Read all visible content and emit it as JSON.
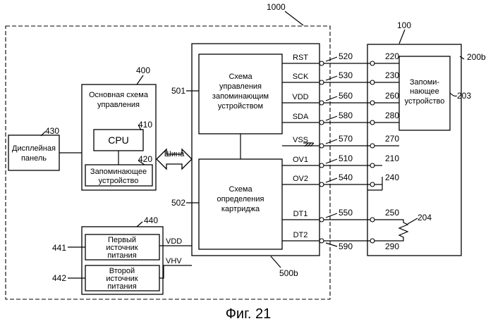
{
  "ref_1000": "1000",
  "ref_100": "100",
  "ref_200b": "200b",
  "ref_203": "203",
  "ref_400": "400",
  "ref_410": "410",
  "ref_420": "420",
  "ref_430": "430",
  "ref_440": "440",
  "ref_441": "441",
  "ref_442": "442",
  "ref_500b": "500b",
  "ref_501": "501",
  "ref_502": "502",
  "ref_204": "204",
  "display_panel": [
    "Дисплейная",
    "панель"
  ],
  "main_control": [
    "Основная схема",
    "управления"
  ],
  "cpu": "CPU",
  "memory_main": [
    "Запоминающее",
    "устройство"
  ],
  "bus": "Шина",
  "first_source": [
    "Первый",
    "источник",
    "питания"
  ],
  "second_source": [
    "Второй",
    "источник",
    "питания"
  ],
  "vdd_label": "VDD",
  "vhv_label": "VHV",
  "memory_control": [
    "Схема",
    "управления",
    "запоминающим",
    "устройством"
  ],
  "cartridge_detect": [
    "Схема",
    "определения",
    "картриджа"
  ],
  "cart_memory": [
    "Запоми-",
    "нающее",
    "устройство"
  ],
  "signals": [
    "RST",
    "SCK",
    "VDD",
    "SDA",
    "VSS",
    "OV1",
    "OV2",
    "DT1",
    "DT2"
  ],
  "holder_terminals": [
    "520",
    "530",
    "560",
    "580",
    "570",
    "510",
    "540",
    "550",
    "590"
  ],
  "cartridge_terminals": [
    "220",
    "230",
    "260",
    "280",
    "270",
    "210",
    "240",
    "250",
    "290"
  ],
  "caption": "Фиг. 21"
}
